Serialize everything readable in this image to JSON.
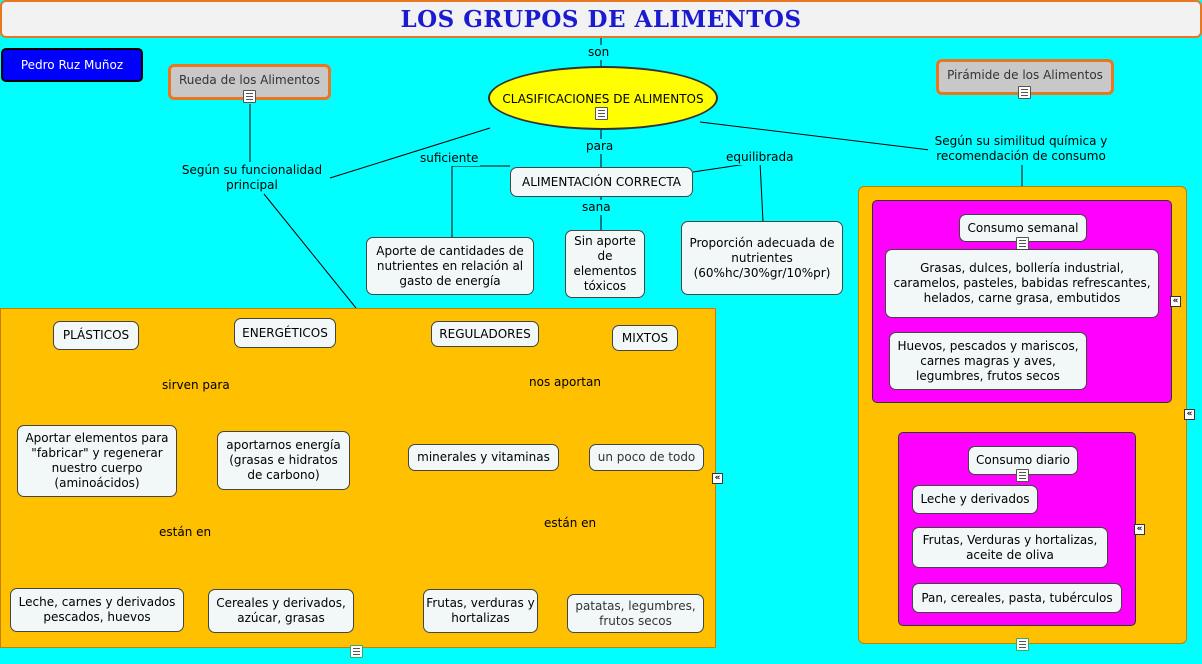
{
  "title": "LOS GRUPOS DE ALIMENTOS",
  "author": "Pedro Ruz Muñoz",
  "resources": {
    "rueda": "Rueda de los Alimentos",
    "piramide": "Pirámide de los Alimentos"
  },
  "links": {
    "son": "son",
    "para": "para",
    "suficiente": "suficiente",
    "equilibrada": "equilibrada",
    "sana": "sana",
    "funcionalidad": "Según su funcionalidad principal",
    "similitud": "Según su similitud química y recomendación de consumo",
    "sirven_para": "sirven para",
    "estan_en_left": "están en",
    "nos_aportan": "nos aportan",
    "estan_en_mid": "están en"
  },
  "concepts": {
    "clasificaciones": "CLASIFICACIONES DE ALIMENTOS",
    "alimentacion": "ALIMENTACIÓN CORRECTA",
    "aporte": "Aporte de cantidades de nutrientes en relación al gasto de energía",
    "sin_aporte": "Sin aporte de elementos tóxicos",
    "proporcion": "Proporción adecuada de nutrientes (60%hc/30%gr/10%pr)",
    "plasticos": "PLÁSTICOS",
    "energeticos": "ENERGÉTICOS",
    "aportar_elementos": "Aportar elementos para \"fabricar\" y regenerar nuestro cuerpo (aminoácidos)",
    "aportarnos_energia": "aportarnos energía (grasas e hidratos de carbono)",
    "leche_carnes": "Leche, carnes y derivados pescados, huevos",
    "cereales": "Cereales y derivados, azúcar, grasas",
    "reguladores": "REGULADORES",
    "mixtos": "MIXTOS",
    "minerales": "minerales y vitaminas",
    "poco_todo": "un poco de todo",
    "frutas": "Frutas, verduras y hortalizas",
    "patatas": "patatas, legumbres, frutos secos",
    "consumo_semanal": "Consumo semanal",
    "grasas_dulces": "Grasas, dulces, bollería industrial, caramelos, pasteles, babidas refrescantes, helados, carne grasa, embutidos",
    "huevos": "Huevos, pescados y mariscos, carnes magras y aves, legumbres, frutos secos",
    "consumo_diario": "Consumo diario",
    "leche_derivados": "Leche y derivados",
    "frutas_aceite": "Frutas, Verduras y hortalizas, aceite de oliva",
    "pan": "Pan, cereales, pasta, tubérculos"
  },
  "colors": {
    "background": "#00ffff",
    "group_orange": "#ffc000",
    "group_pink": "#ff00ff",
    "ellipse": "#ffff00",
    "title_text": "#1a1ad0",
    "author_bg": "#0000ff",
    "resource_border": "#e87722"
  },
  "icons": [
    "document-icon",
    "image-icon",
    "expand-icon"
  ]
}
